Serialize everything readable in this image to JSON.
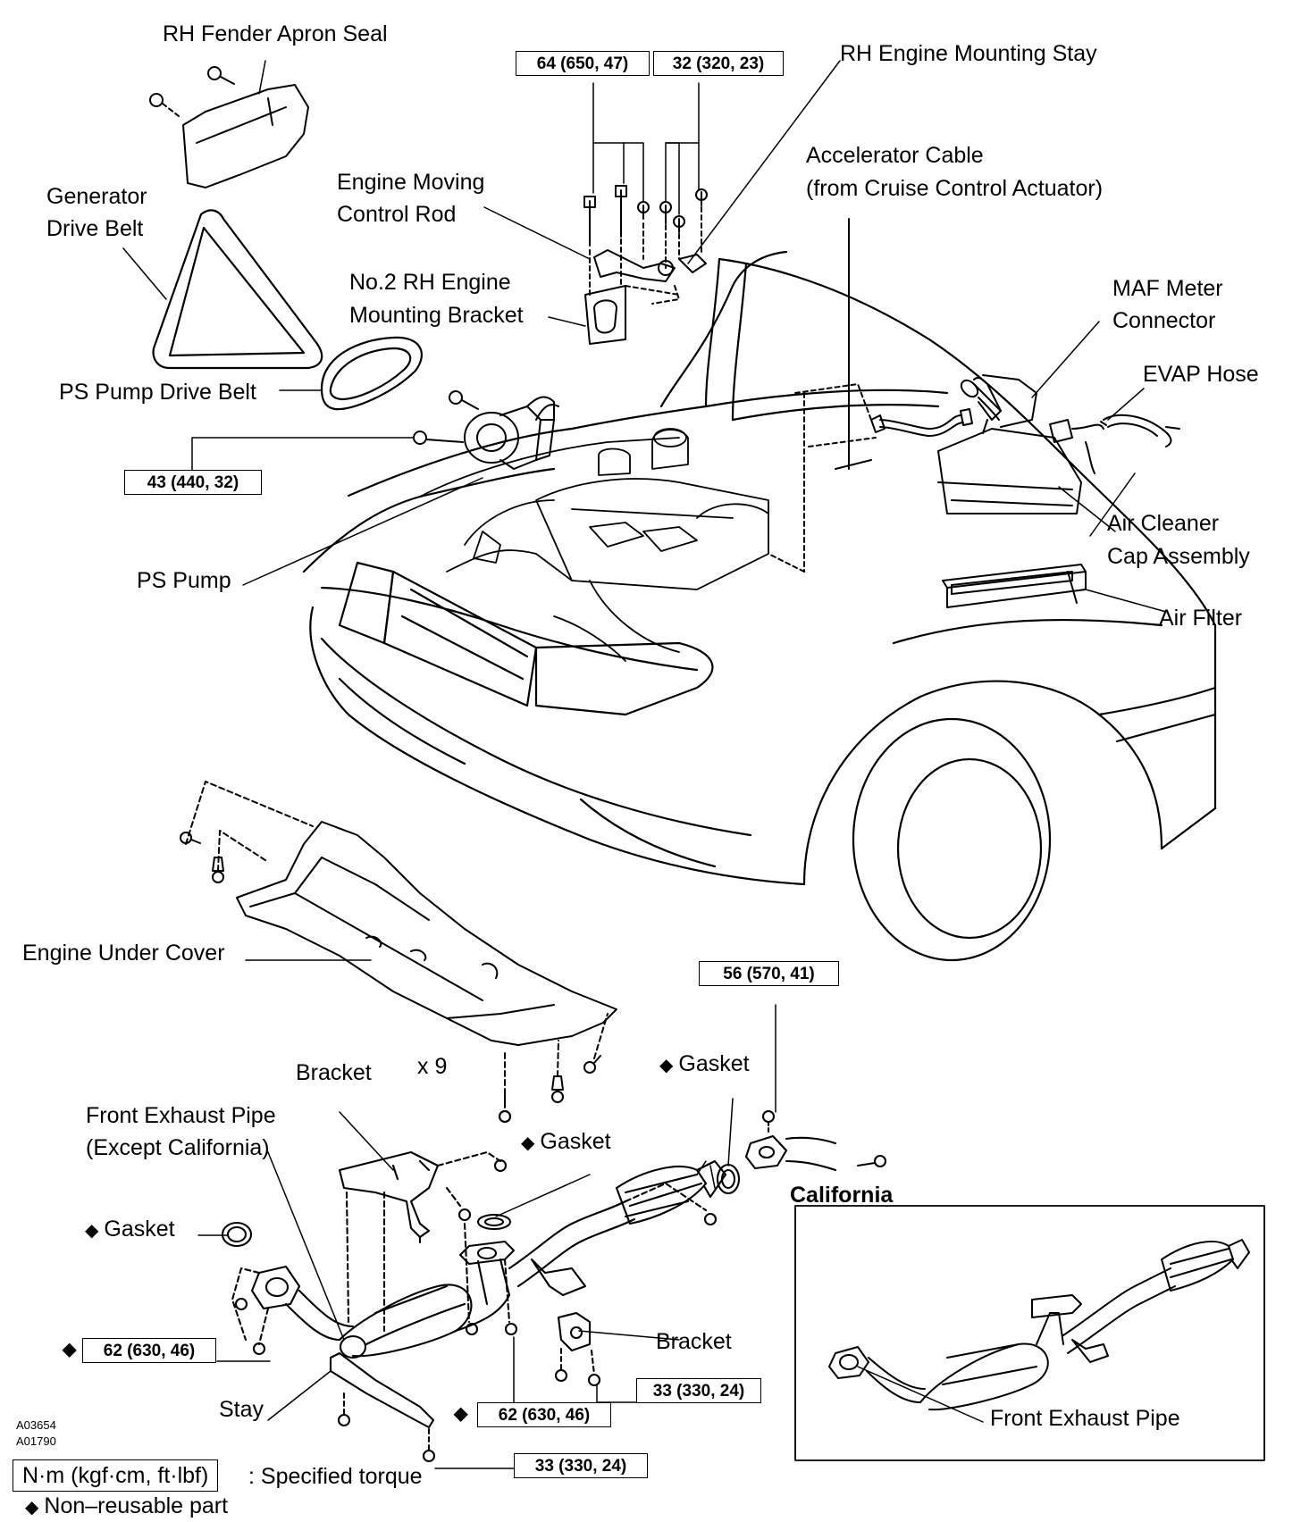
{
  "labels": {
    "rh_fender_apron_seal": "RH Fender Apron Seal",
    "generator_drive_belt_1": "Generator",
    "generator_drive_belt_2": "Drive Belt",
    "engine_moving_control_rod_1": "Engine Moving",
    "engine_moving_control_rod_2": "Control Rod",
    "no2_rh_engine_mounting_bracket_1": "No.2 RH Engine",
    "no2_rh_engine_mounting_bracket_2": "Mounting Bracket",
    "rh_engine_mounting_stay": "RH Engine Mounting Stay",
    "accelerator_cable_1": "Accelerator Cable",
    "accelerator_cable_2": "(from Cruise Control Actuator)",
    "maf_meter_connector_1": "MAF Meter",
    "maf_meter_connector_2": "Connector",
    "evap_hose": "EVAP Hose",
    "ps_pump_drive_belt": "PS Pump Drive Belt",
    "air_cleaner_cap_assembly_1": "Air Cleaner",
    "air_cleaner_cap_assembly_2": "Cap Assembly",
    "air_filter": "Air Filter",
    "ps_pump": "PS Pump",
    "engine_under_cover": "Engine Under Cover",
    "bracket_top": "Bracket",
    "x9": "x 9",
    "gasket_right": "Gasket",
    "gasket_middle": "Gasket",
    "gasket_left": "Gasket",
    "front_exhaust_pipe_except_1": "Front Exhaust Pipe",
    "front_exhaust_pipe_except_2": "(Except California)",
    "california": "California",
    "front_exhaust_pipe": "Front Exhaust Pipe",
    "bracket_bottom": "Bracket",
    "stay": "Stay"
  },
  "torques": {
    "t_64": "64 (650, 47)",
    "t_32": "32 (320, 23)",
    "t_43": "43 (440, 32)",
    "t_56": "56 (570, 41)",
    "t_62_left": "62 (630, 46)",
    "t_62_mid": "62 (630, 46)",
    "t_33_right": "33 (330, 24)",
    "t_33_bottom": "33 (330, 24)"
  },
  "codes": {
    "code_1": "A03654",
    "code_2": "A01790"
  },
  "legend": {
    "unit_box": "N·m (kgf·cm, ft·lbf)",
    "unit_text": ": Specified torque",
    "non_reusable": "Non–reusable part",
    "diamond": "◆"
  }
}
